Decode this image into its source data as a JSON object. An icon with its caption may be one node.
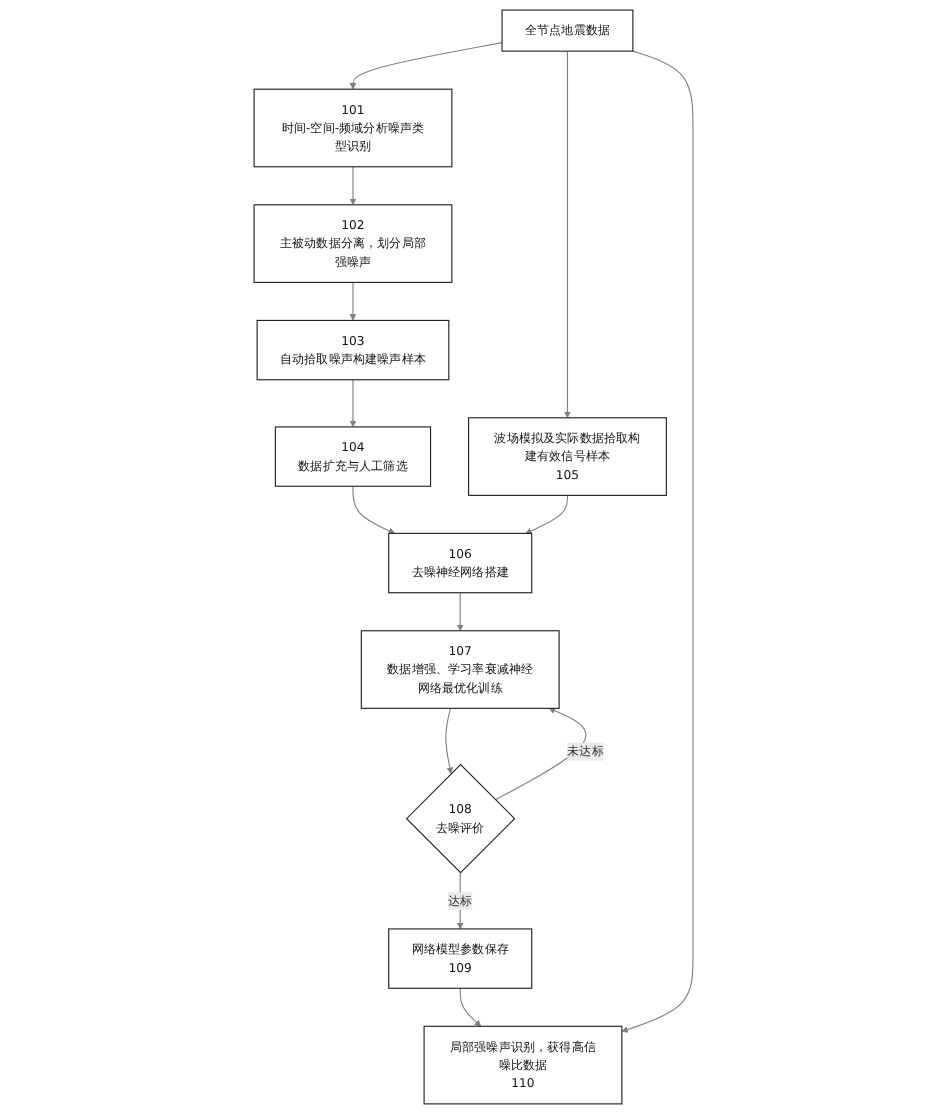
{
  "diagram": {
    "nodes": [
      {
        "text": [
          "全节点地震数据"
        ]
      },
      {
        "text": [
          "101",
          "时间-空间-频域分析噪声类型识别"
        ]
      },
      {
        "text": [
          "102",
          "主被动数据分离，划分局部强噪声"
        ]
      },
      {
        "text": [
          "103",
          "自动拾取噪声构建噪声样本"
        ]
      },
      {
        "text": [
          "104",
          "数据扩充与人工筛选"
        ]
      },
      {
        "text": [
          "波场模拟及实际数据拾取构建有效信号样本",
          "105"
        ]
      },
      {
        "text": [
          "106",
          "去噪神经网络搭建"
        ]
      },
      {
        "text": [
          "107",
          "数据增强、学习率衰减神经网络最优化训练"
        ]
      },
      {
        "text": [
          "108",
          "去噪评价"
        ]
      },
      {
        "text": [
          "网络模型参数保存",
          "109"
        ]
      },
      {
        "text": [
          "局部强噪声识别，获得高信噪比数据",
          "110"
        ]
      }
    ],
    "edges": [
      {
        "from": 0,
        "to": 1,
        "arrow": "to"
      },
      {
        "from": 1,
        "to": 2,
        "arrow": "to"
      },
      {
        "from": 2,
        "to": 3,
        "arrow": "to"
      },
      {
        "from": 3,
        "to": 4,
        "arrow": "to"
      },
      {
        "from": 0,
        "to": 5,
        "arrow": "to"
      },
      {
        "from": 4,
        "to": 6,
        "arrow": "to"
      },
      {
        "from": 5,
        "to": 6,
        "arrow": "to"
      },
      {
        "from": 6,
        "to": 7,
        "arrow": "to"
      },
      {
        "from": 7,
        "to": 8,
        "arrow": "to"
      },
      {
        "from": 8,
        "to": 7,
        "arrow": "to",
        "label": "未达标"
      },
      {
        "from": 8,
        "to": 9,
        "arrow": "to",
        "label": "达标"
      },
      {
        "from": 9,
        "to": 10,
        "arrow": "to"
      },
      {
        "from": 0,
        "to": 10,
        "arrow": "to"
      }
    ]
  }
}
